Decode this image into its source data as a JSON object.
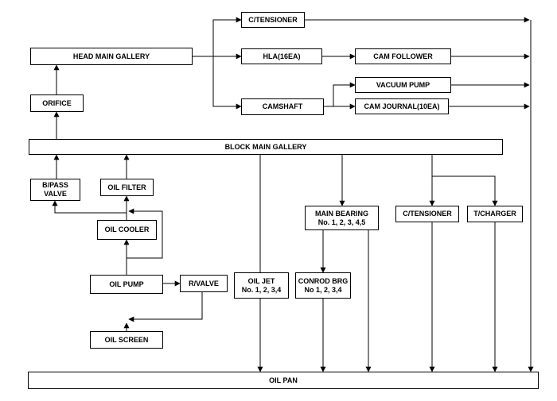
{
  "nodes": {
    "head_main_gallery": "HEAD MAIN GALLERY",
    "c_tensioner_top": "C/TENSIONER",
    "hla": "HLA(16EA)",
    "cam_follower": "CAM FOLLOWER",
    "vacuum_pump": "VACUUM PUMP",
    "camshaft": "CAMSHAFT",
    "cam_journal": "CAM JOURNAL(10EA)",
    "orifice": "ORIFICE",
    "block_main_gallery": "BLOCK MAIN GALLERY",
    "bypass_valve": "B/PASS\nVALVE",
    "oil_filter": "OIL FILTER",
    "main_bearing": "MAIN BEARING\nNo. 1, 2, 3, 4,5",
    "c_tensioner_mid": "C/TENSIONER",
    "t_charger": "T/CHARGER",
    "oil_cooler": "OIL COOLER",
    "oil_jet": "OIL JET\nNo. 1, 2, 3,4",
    "conrod_brg": "CONROD BRG\nNo 1, 2, 3,4",
    "oil_pump": "OIL PUMP",
    "r_valve": "R/VALVE",
    "oil_screen": "OIL SCREEN",
    "oil_pan": "OIL PAN"
  }
}
